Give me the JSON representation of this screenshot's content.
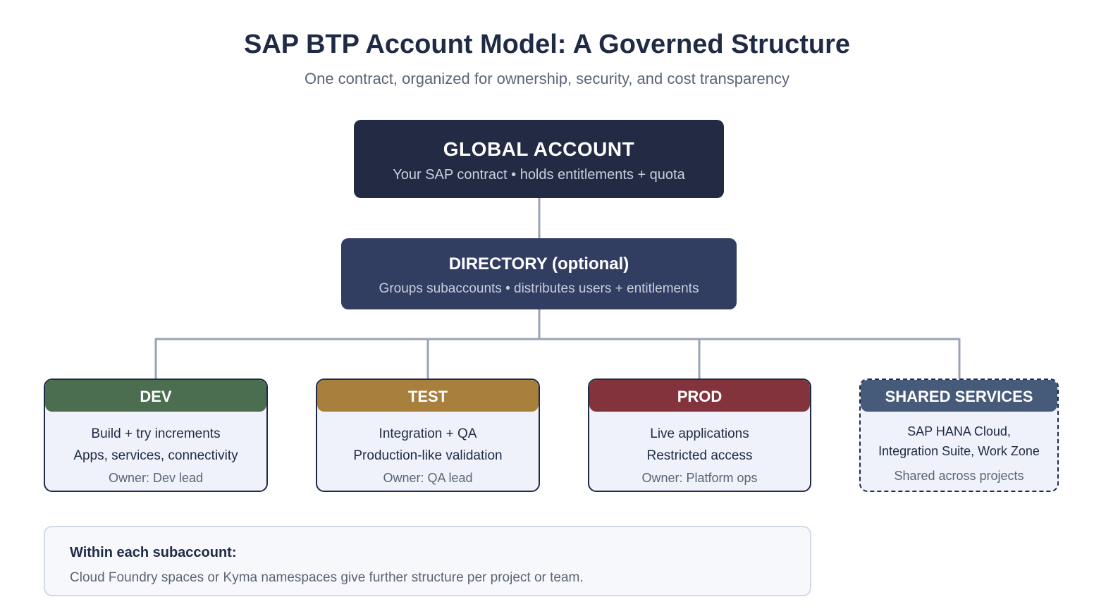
{
  "title": "SAP BTP Account Model: A Governed Structure",
  "subtitle": "One contract, organized for ownership, security, and cost transparency",
  "global_account": {
    "heading": "GLOBAL ACCOUNT",
    "description": "Your SAP contract • holds entitlements + quota"
  },
  "directory": {
    "heading": "DIRECTORY (optional)",
    "description": "Groups subaccounts • distributes users + entitlements"
  },
  "subaccounts": [
    {
      "heading": "DEV",
      "line1": "Build + try increments",
      "line2": "Apps, services, connectivity",
      "line3": "Owner: Dev lead",
      "color": "#4a6e4f"
    },
    {
      "heading": "TEST",
      "line1": "Integration + QA",
      "line2": "Production-like validation",
      "line3": "Owner: QA lead",
      "color": "#a87f3c"
    },
    {
      "heading": "PROD",
      "line1": "Live applications",
      "line2": "Restricted access",
      "line3": "Owner: Platform ops",
      "color": "#83333b"
    },
    {
      "heading": "SHARED SERVICES",
      "line1": "SAP HANA Cloud,",
      "line2": "Integration Suite, Work Zone",
      "line3": "Shared across projects",
      "color": "#465a7a"
    }
  ],
  "note": {
    "heading": "Within each subaccount:",
    "text": "Cloud Foundry spaces or Kyma namespaces give further structure per project or team."
  },
  "colors": {
    "title": "#1f2a44",
    "global_account_bg": "#222a44",
    "directory_bg": "#323d62",
    "connector": "#9aa3b5",
    "card_bg": "#eff2fa"
  }
}
